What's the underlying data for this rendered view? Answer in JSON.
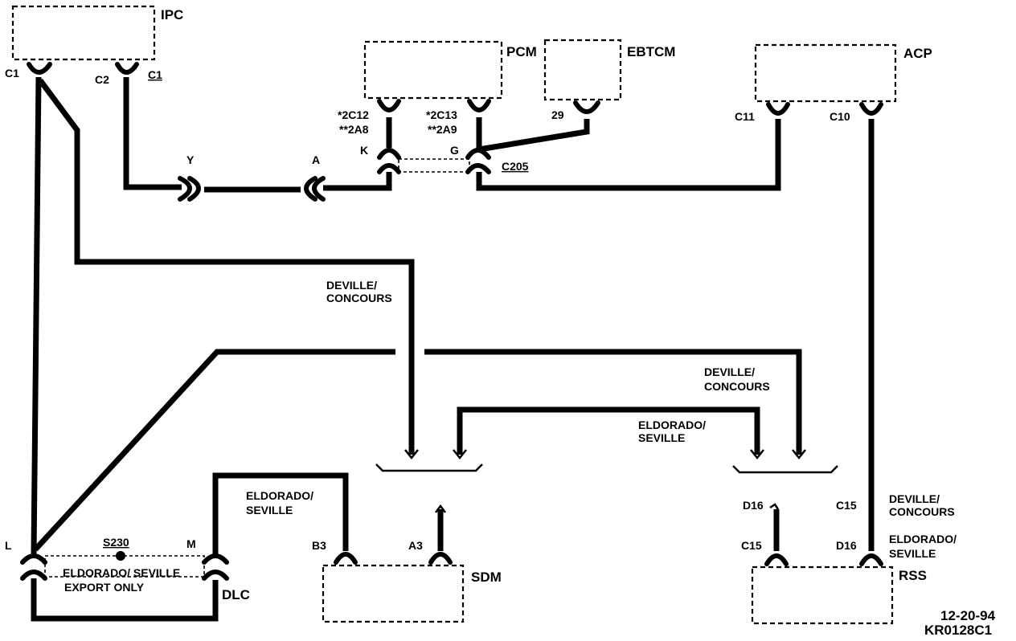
{
  "modules": {
    "ipc": "IPC",
    "pcm": "PCM",
    "ebtcm": "EBTCM",
    "acp": "ACP",
    "sdm": "SDM",
    "rss": "RSS",
    "dlc": "DLC"
  },
  "pins": {
    "ipc_c1": "C1",
    "ipc_c2": "C2",
    "ipc_c2_conn": "C1",
    "pcm_a_1": "*2C12",
    "pcm_a_2": "**2A8",
    "pcm_b_1": "*2C13",
    "pcm_b_2": "**2A9",
    "ebtcm_29": "29",
    "acp_c11": "C11",
    "acp_c10": "C10",
    "conn_k": "K",
    "conn_g": "G",
    "conn_c205": "C205",
    "conn_y": "Y",
    "conn_a": "A",
    "dlc_l": "L",
    "dlc_m": "M",
    "splice_s230": "S230",
    "sdm_b3": "B3",
    "sdm_a3": "A3",
    "rss_d16_top": "D16",
    "rss_c15": "C15",
    "rss_c15_right": "C15",
    "rss_d16_right": "D16"
  },
  "notes": {
    "deville_concours_1a": "DEVILLE/",
    "deville_concours_1b": "CONCOURS",
    "deville_concours_2a": "DEVILLE/",
    "deville_concours_2b": "CONCOURS",
    "eldorado_seville_1a": "ELDORADO/",
    "eldorado_seville_1b": "SEVILLE",
    "eldorado_seville_2a": "ELDORADO/",
    "eldorado_seville_2b": "SEVILLE",
    "rss_deville_a": "DEVILLE/",
    "rss_deville_b": "CONCOURS",
    "rss_eldorado_a": "ELDORADO/",
    "rss_eldorado_b": "SEVILLE",
    "export_a": "ELDORADO/ SEVILLE",
    "export_b": "EXPORT ONLY"
  },
  "footer": {
    "date": "12-20-94",
    "code": "KR0128C1"
  }
}
